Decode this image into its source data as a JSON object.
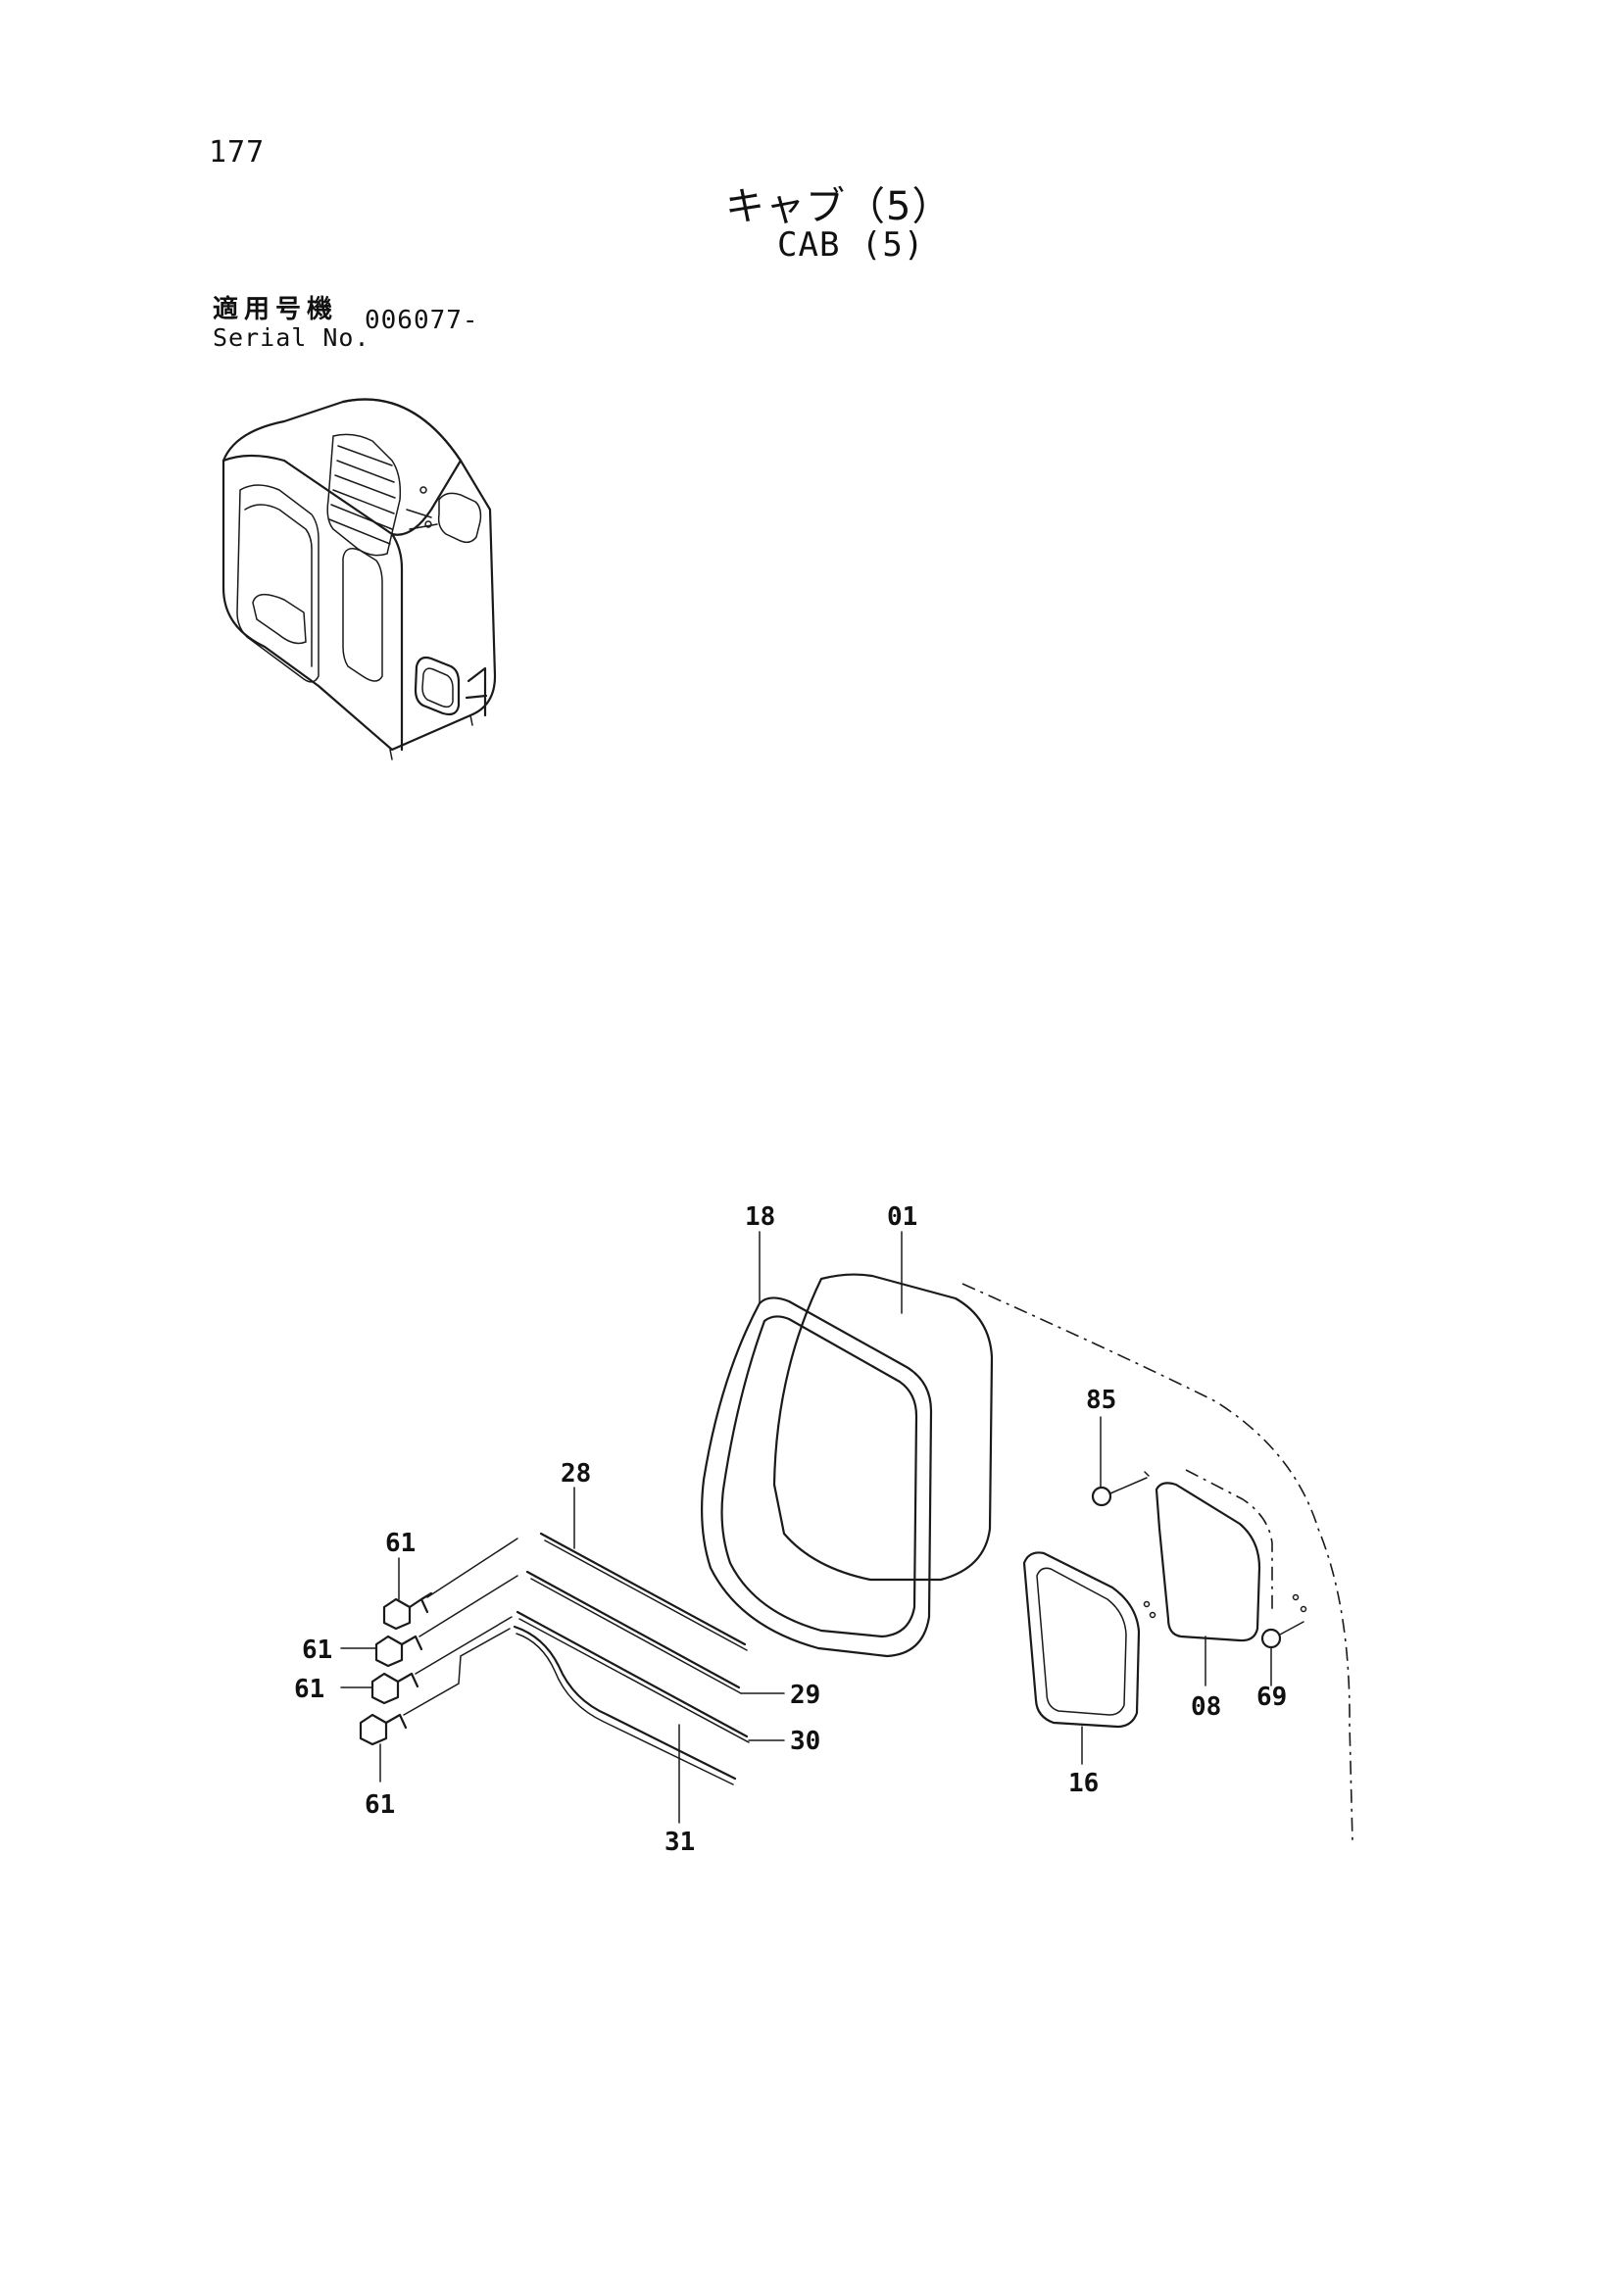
{
  "page_number": "177",
  "title_jp": "キャブ（5）",
  "title_en": "CAB (5)",
  "serial": {
    "label_jp": "適用号機",
    "label_en": "Serial No.",
    "value": "006077-"
  },
  "callouts": {
    "p18": "18",
    "p01": "01",
    "p85": "85",
    "p28": "28",
    "p61a": "61",
    "p61b": "61",
    "p61c": "61",
    "p61d": "61",
    "p29": "29",
    "p30": "30",
    "p31": "31",
    "p16": "16",
    "p08": "08",
    "p69": "69"
  },
  "icons": {
    "overview": "cab-overview-icon",
    "exploded": "window-assembly-exploded-view"
  }
}
